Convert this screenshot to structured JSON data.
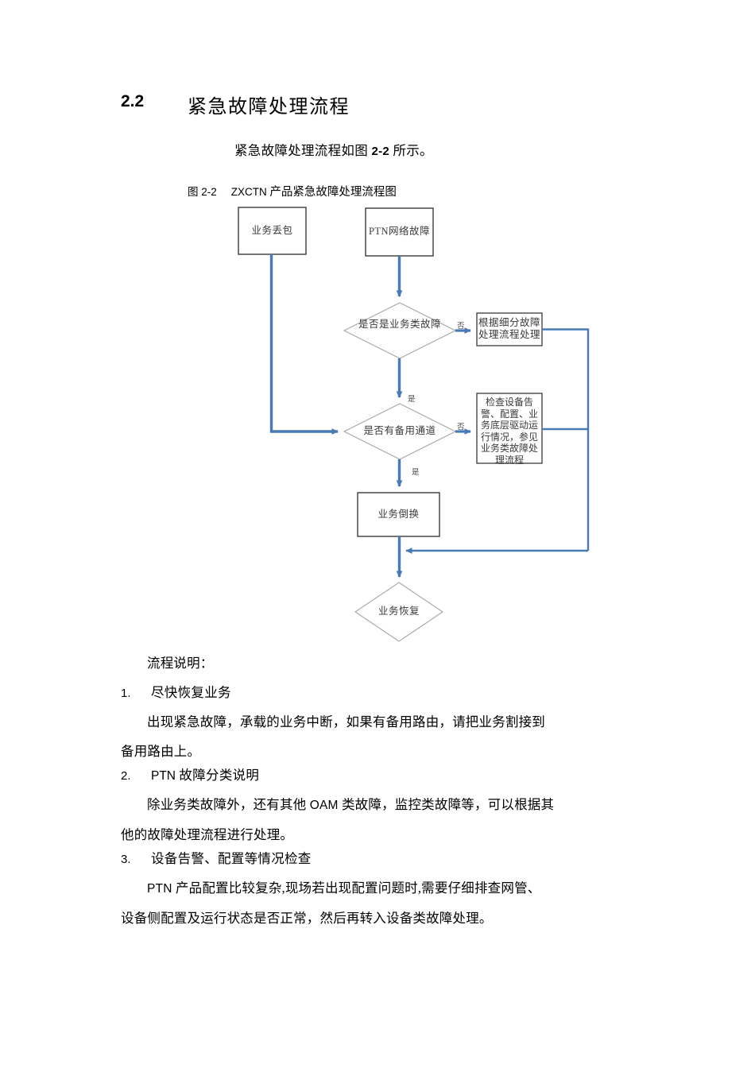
{
  "heading": {
    "number": "2.2",
    "title": "紧急故障处理流程"
  },
  "intro": {
    "before": "紧急故障处理流程如图 ",
    "figure_ref": "2-2",
    "after": " 所示。"
  },
  "figure_caption": {
    "label": "图 2-2",
    "product": "ZXCTN",
    "text": " 产品紧急故障处理流程图"
  },
  "flowchart": {
    "accent_color": "#4a7ab5",
    "node_border_color": "#333333",
    "diamond_border_color": "#a6a6a6",
    "nodes": [
      {
        "id": "service-loss",
        "type": "box",
        "label": "业务丢包"
      },
      {
        "id": "ptn-network-fault",
        "type": "box",
        "label": "PTN网络故障"
      },
      {
        "id": "is-service-fault",
        "type": "diamond",
        "label": "是否是业务类故障"
      },
      {
        "id": "subdivided-process",
        "type": "box",
        "label": "根据细分故障\n处理流程处理"
      },
      {
        "id": "has-backup-channel",
        "type": "diamond",
        "label": "是否有备用通道"
      },
      {
        "id": "check-device-alarm",
        "type": "box",
        "label": "检查设备告\n警、配置、业\n务底层驱动运\n行情况，参见\n业务类故障处\n理流程"
      },
      {
        "id": "service-switchover",
        "type": "box",
        "label": "业务倒换"
      },
      {
        "id": "service-restored",
        "type": "diamond",
        "label": "业务恢复"
      }
    ],
    "edge_labels": [
      {
        "id": "no-1",
        "label": "否"
      },
      {
        "id": "yes-1",
        "label": "是"
      },
      {
        "id": "no-2",
        "label": "否"
      },
      {
        "id": "yes-2",
        "label": "是"
      }
    ]
  },
  "body": {
    "flow_note": "流程说明：",
    "items": [
      {
        "number": "1.",
        "title": "尽快恢复业务",
        "paragraph_line1": "出现紧急故障，承载的业务中断，如果有备用路由，请把业务割接到",
        "paragraph_line2": "备用路由上。"
      },
      {
        "number": "2.",
        "title_latin": "PTN",
        "title_rest": " 故障分类说明",
        "paragraph_line1_a": "除业务类故障外，还有其他 ",
        "paragraph_line1_lat": "OAM",
        "paragraph_line1_b": " 类故障，监控类故障等，可以根据其",
        "paragraph_line2": "他的故障处理流程进行处理。"
      },
      {
        "number": "3.",
        "title": "设备告警、配置等情况检查",
        "paragraph_line1_lat": "PTN",
        "paragraph_line1_a": " 产品配置比较复杂,现场若出现配置问题时,需要仔细排查网管、",
        "paragraph_line2": "设备侧配置及运行状态是否正常，然后再转入设备类故障处理。"
      }
    ]
  }
}
